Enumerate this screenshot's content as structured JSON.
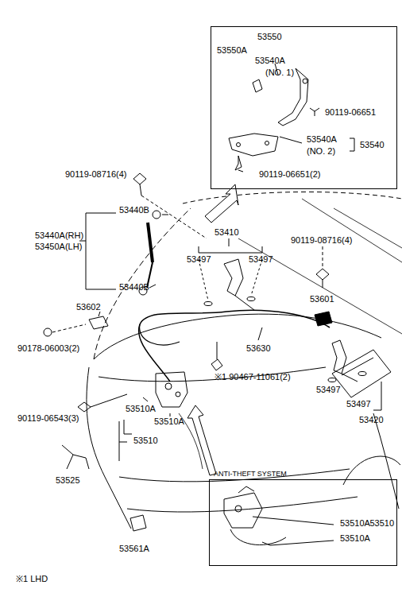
{
  "diagram": {
    "nodes": [
      {
        "text": [
          "53550",
          "53550A",
          "53540A",
          "(NO. 1)",
          "90119-06651",
          "53540A",
          "(NO. 2)",
          "53540",
          "90119-06651(2)"
        ]
      },
      {
        "text": [
          "ANTI-THEFT SYSTEM",
          "53510A",
          "53510",
          "53510A"
        ]
      }
    ],
    "labels": [
      "90119-08716(4)",
      "53440B",
      "53440A(RH)",
      "53450A(LH)",
      "53440B",
      "53410",
      "53497",
      "53497",
      "90119-08716(4)",
      "53602",
      "53601",
      "90178-06003(2)",
      "53630",
      "※1 90467-11061(2)",
      "90119-06543(3)",
      "53510A",
      "53510A",
      "53510",
      "53525",
      "53497",
      "53497",
      "53420",
      "53561A",
      "※1 LHD"
    ]
  }
}
